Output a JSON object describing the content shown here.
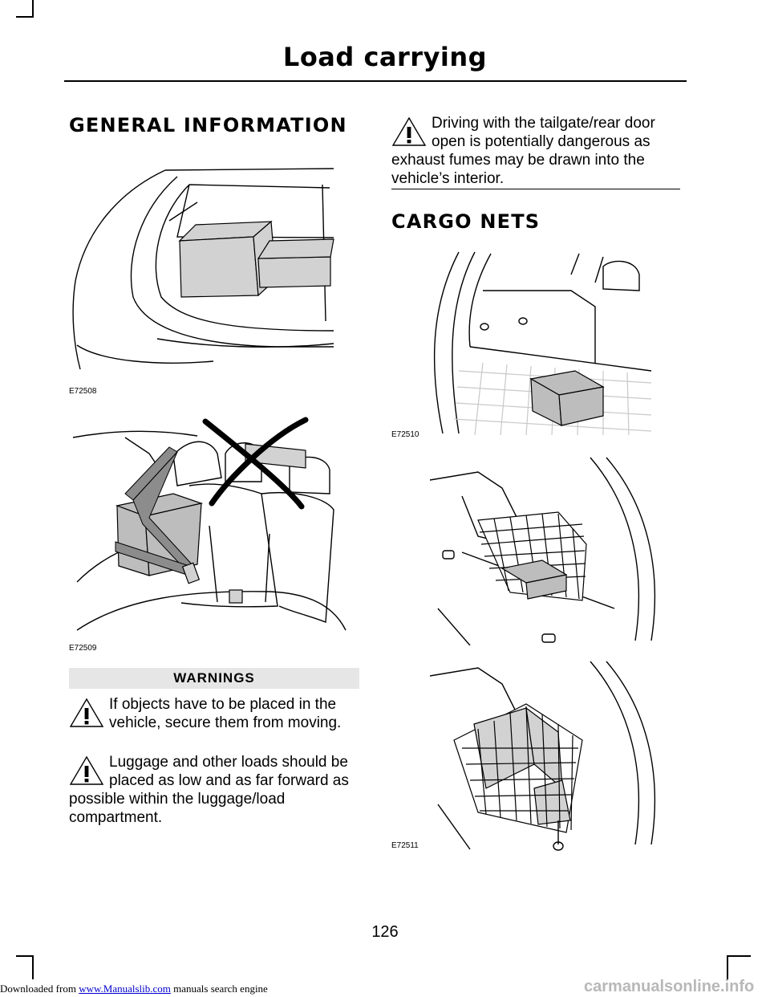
{
  "header": {
    "title": "Load carrying"
  },
  "left": {
    "heading": "GENERAL INFORMATION",
    "figure1_label": "E72508",
    "figure2_label": "E72509",
    "warnings_title": "WARNINGS",
    "warning1": "If objects have to be placed in the vehicle, secure them from moving.",
    "warning2": "Luggage and other loads should be placed as low and as far forward as possible within the luggage/load compartment."
  },
  "right": {
    "warning_top": "Driving with the tailgate/rear door open is potentially dangerous as exhaust fumes may be drawn into the vehicle’s interior.",
    "heading": "CARGO NETS",
    "figure3_label": "E72510",
    "figure4_label": "E72511"
  },
  "page": {
    "number": "126"
  },
  "footer": {
    "prefix": "Downloaded from ",
    "link": "www.Manualslib.com",
    "suffix": " manuals search engine",
    "watermark": "carmanualsonline.info"
  },
  "icons": {
    "warning": "warning-triangle-icon"
  }
}
